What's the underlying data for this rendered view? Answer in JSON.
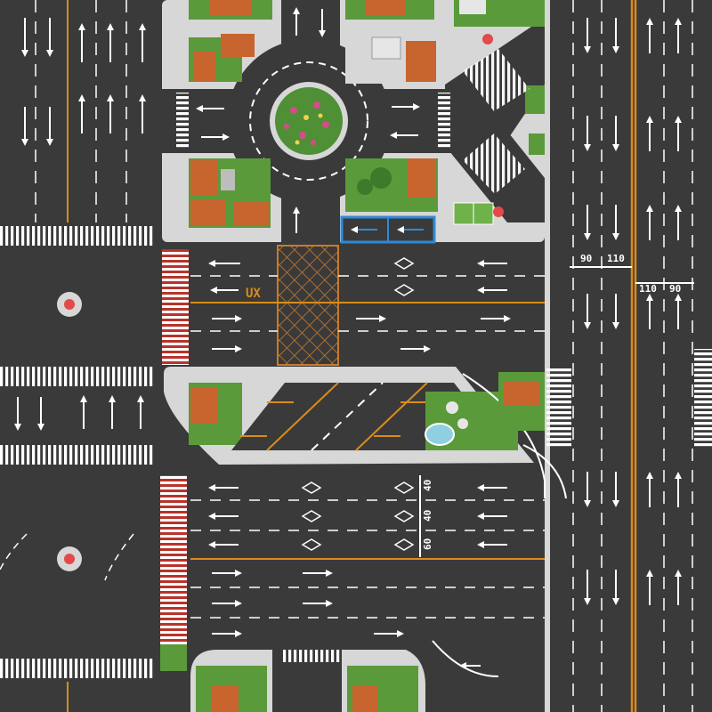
{
  "map": {
    "colors": {
      "road": "#3a3a3a",
      "lane_white": "#ffffff",
      "lane_yellow": "#d98c1a",
      "sidewalk": "#d7d7d7",
      "grass": "#5a9a3a",
      "roof": "#c8642e",
      "crosswalk_red": "#b8332b",
      "waffle_box": "#c87a2c",
      "bus_lane": "#2e8ad8"
    },
    "speed_labels": {
      "top_right_left_a": "90",
      "top_right_left_b": "110",
      "top_right_right_a": "110",
      "top_right_right_b": "90",
      "mid_a": "40",
      "mid_b": "40",
      "mid_c": "60"
    },
    "pavement_text": {
      "uturn": "UX"
    },
    "icons": [
      "traffic-signal-icon",
      "roundabout-garden-icon",
      "lane-arrow-icon",
      "umbrella-icon",
      "pond-icon",
      "soccer-field-icon"
    ]
  }
}
